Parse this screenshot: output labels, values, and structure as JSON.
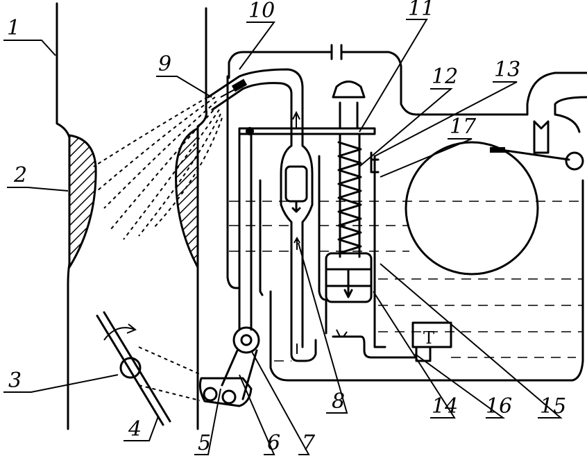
{
  "labels": {
    "l1": "1",
    "l2": "2",
    "l3": "3",
    "l4": "4",
    "l5": "5",
    "l6": "6",
    "l7": "7",
    "l8": "8",
    "l9": "9",
    "l10": "10",
    "l11": "11",
    "l12": "12",
    "l13": "13",
    "l14": "14",
    "l15": "15",
    "l16": "16",
    "l17": "17"
  },
  "jet_symbol": "T"
}
